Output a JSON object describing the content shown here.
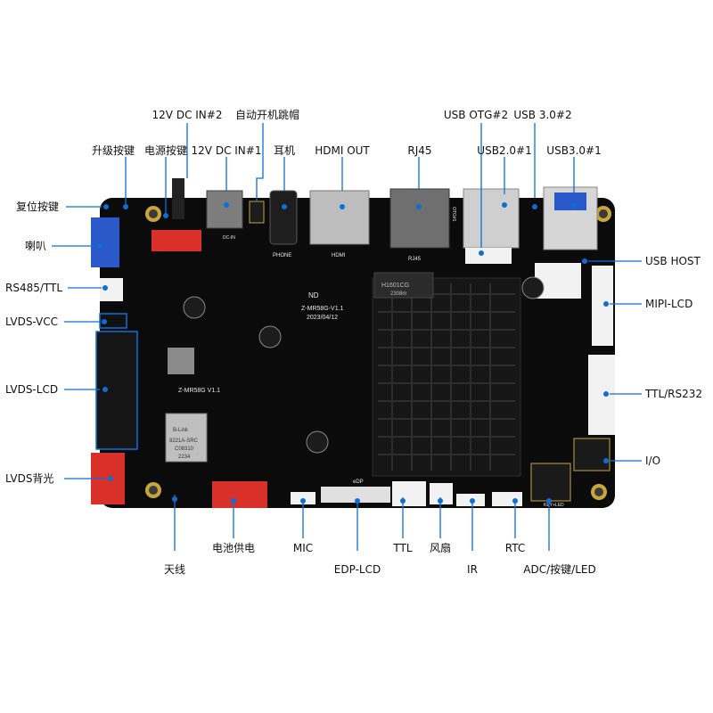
{
  "colors": {
    "board": "#0b0b0b",
    "silk": "#e8e8e8",
    "callout": "#0c6fd6",
    "heatsink": "#1a1a1a",
    "connector_white": "#f2f2f2",
    "connector_red": "#d9302a",
    "connector_blue": "#2a59c9",
    "gold": "#c9a53a"
  },
  "labels": {
    "dc_in_2": "12V DC IN#2",
    "auto_power_jumper": "自动开机跳帽",
    "usb_otg_2": "USB OTG#2",
    "usb30_2": "USB 3.0#2",
    "upgrade_key": "升级按键",
    "power_key": "电源按键",
    "dc_in_1": "12V DC IN#1",
    "earphone": "耳机",
    "hdmi_out": "HDMI OUT",
    "rj45": "RJ45",
    "usb20_1": "USB2.0#1",
    "usb30_1": "USB3.0#1",
    "reset_key": "复位按键",
    "speaker": "喇叭",
    "usb_host": "USB HOST",
    "rs485_ttl": "RS485/TTL",
    "mipi_lcd": "MIPI-LCD",
    "lvds_vcc": "LVDS-VCC",
    "lvds_lcd": "LVDS-LCD",
    "ttl_rs232": "TTL/RS232",
    "io": "I/O",
    "lvds_backlight": "LVDS背光",
    "battery_supply": "电池供电",
    "mic": "MIC",
    "ttl": "TTL",
    "fan": "风扇",
    "rtc": "RTC",
    "antenna": "天线",
    "edp_lcd": "EDP-LCD",
    "ir": "IR",
    "adc_key_led": "ADC/按键/LED"
  },
  "silkscreen": {
    "model": "Z-MR58G V1.1",
    "board_id": "Z-MR58G-V1.1",
    "date": "2023/04/12",
    "brand": "ND",
    "wifi_module": "B-Link",
    "wifi_part": "8221A-SRC",
    "wifi_code": "C08310",
    "wifi_num": "2234",
    "eth_chip": "H1601CG",
    "eth_code": "2308m",
    "phone_port": "PHONE",
    "hdmi_port": "HDMI",
    "rj45_port": "RJ45",
    "otg_port": "OTG#1",
    "dc_port": "DC-IN",
    "edp_port": "eDP",
    "key_led": "KEY+LED"
  }
}
